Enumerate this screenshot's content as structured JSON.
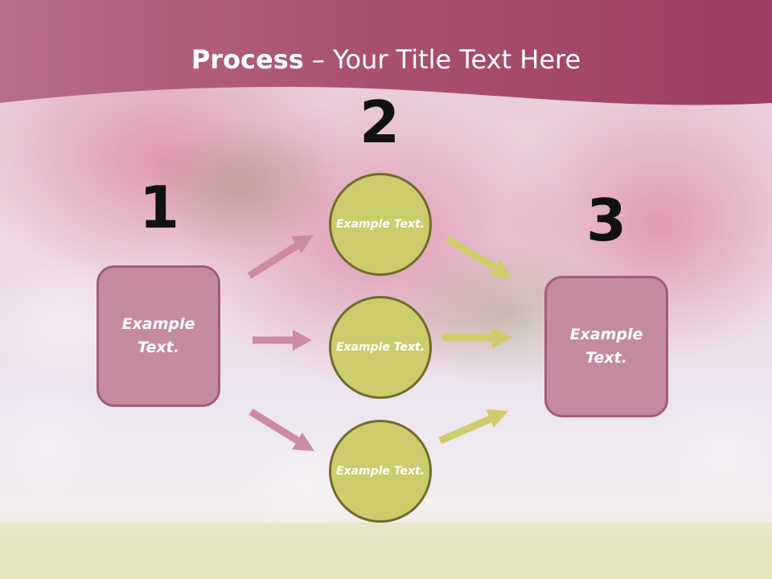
{
  "title": {
    "bold": "Process",
    "rest": " – Your Title Text Here"
  },
  "steps": [
    {
      "number": "1",
      "text": "Example Text."
    },
    {
      "number": "2"
    },
    {
      "number": "3",
      "text": "Example Text."
    }
  ],
  "circles": [
    {
      "text": "Example Text."
    },
    {
      "text": "Example Text."
    },
    {
      "text": "Example Text."
    }
  ],
  "colors": {
    "banner": "#a3486a",
    "box_fill": "#c48aa0",
    "box_border": "#a25c78",
    "circle_fill": "#cccc6c",
    "circle_border": "#6f6b2c",
    "arrow_pink": "#cd8aa3",
    "arrow_yellow": "#cfcd6b"
  }
}
